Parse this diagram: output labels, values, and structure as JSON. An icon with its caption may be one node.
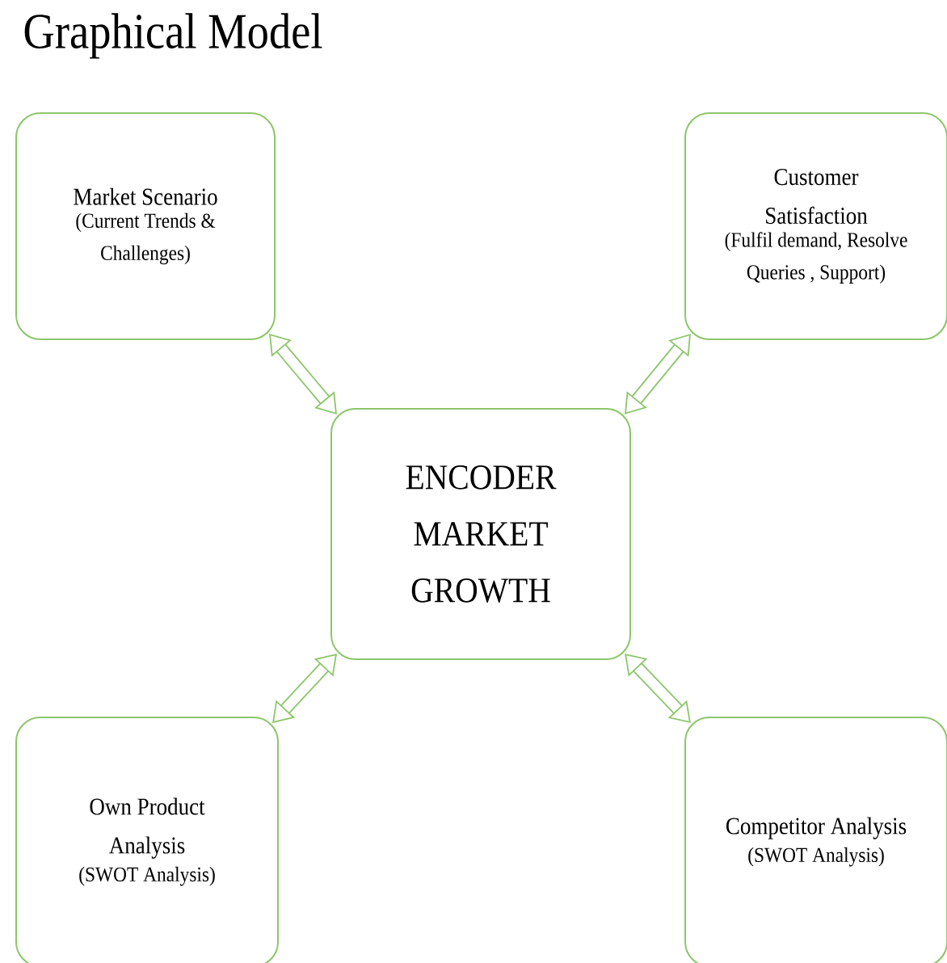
{
  "diagram": {
    "title": "Graphical Model",
    "nodes": [
      {
        "text": [
          "Market Scenario",
          "(Current Trends & Challenges)"
        ]
      },
      {
        "text": [
          "Customer Satisfaction",
          "(Fulfil demand, Resolve Queries , Support)"
        ]
      },
      {
        "text": [
          "ENCODER MARKET GROWTH"
        ]
      },
      {
        "text": [
          "Own Product Analysis",
          "(SWOT Analysis)"
        ]
      },
      {
        "text": [
          "Competitor Analysis",
          "(SWOT Analysis)"
        ]
      }
    ],
    "edges": [
      {
        "from": 0,
        "to": 2,
        "arrow": "both"
      },
      {
        "from": 1,
        "to": 2,
        "arrow": "both"
      },
      {
        "from": 3,
        "to": 2,
        "arrow": "both"
      },
      {
        "from": 4,
        "to": 2,
        "arrow": "both"
      }
    ]
  }
}
